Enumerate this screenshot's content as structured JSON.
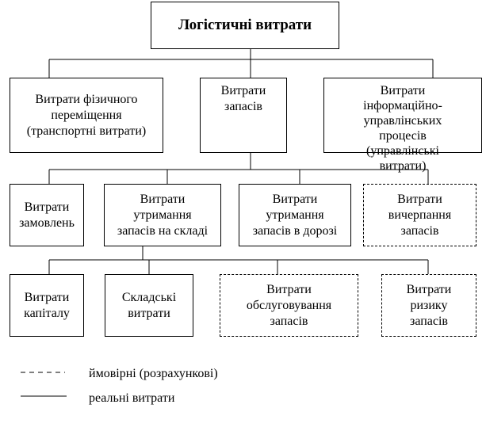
{
  "root": {
    "label": "Логістичні витрати"
  },
  "level1": [
    {
      "label": "Витрати фізичного\nпереміщення\n(транспортні витрати)"
    },
    {
      "label": "Витрати\nзапасів"
    },
    {
      "label": "Витрати\nінформаційно-\nуправлінських\nпроцесів\n(управлінські\nвитрати)"
    }
  ],
  "level2": [
    {
      "label": "Витрати\nзамовлень",
      "type": "real"
    },
    {
      "label": "Витрати\nутримання\nзапасів на складі",
      "type": "real"
    },
    {
      "label": "Витрати\nутримання\nзапасів в дорозі",
      "type": "real"
    },
    {
      "label": "Витрати\nвичерпання\nзапасів",
      "type": "probable"
    }
  ],
  "level3": [
    {
      "label": "Витрати\nкапіталу",
      "type": "real"
    },
    {
      "label": "Складські\nвитрати",
      "type": "real"
    },
    {
      "label": "Витрати\nобслуговування\nзапасів",
      "type": "probable"
    },
    {
      "label": "Витрати\nризику\nзапасів",
      "type": "probable"
    }
  ],
  "legend": {
    "probable": "ймовірні (розрахункові)",
    "real": "реальні витрати"
  }
}
